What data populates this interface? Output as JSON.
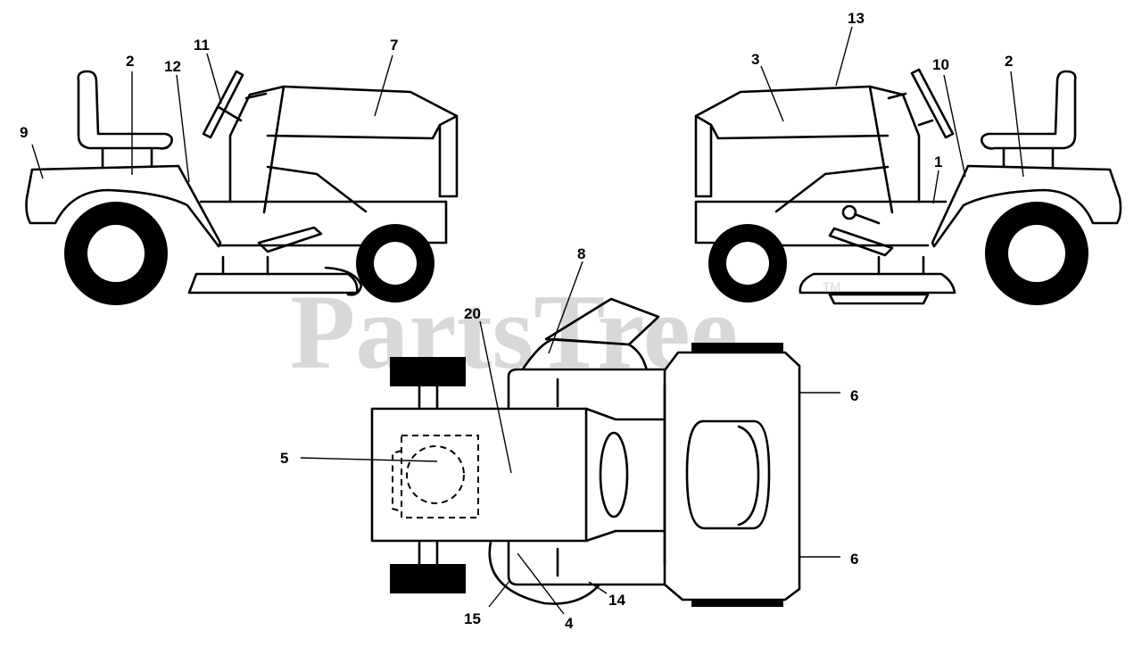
{
  "watermark": {
    "text": "PartsTree",
    "trademark": "TM"
  },
  "callouts": [
    {
      "id": "c1",
      "label": "1"
    },
    {
      "id": "c2a",
      "label": "2"
    },
    {
      "id": "c2b",
      "label": "2"
    },
    {
      "id": "c3",
      "label": "3"
    },
    {
      "id": "c4",
      "label": "4"
    },
    {
      "id": "c5",
      "label": "5"
    },
    {
      "id": "c6a",
      "label": "6"
    },
    {
      "id": "c6b",
      "label": "6"
    },
    {
      "id": "c7",
      "label": "7"
    },
    {
      "id": "c8",
      "label": "8"
    },
    {
      "id": "c9",
      "label": "9"
    },
    {
      "id": "c10",
      "label": "10"
    },
    {
      "id": "c11",
      "label": "11"
    },
    {
      "id": "c12",
      "label": "12"
    },
    {
      "id": "c13",
      "label": "13"
    },
    {
      "id": "c14",
      "label": "14"
    },
    {
      "id": "c15",
      "label": "15"
    },
    {
      "id": "c20",
      "label": "20"
    }
  ]
}
